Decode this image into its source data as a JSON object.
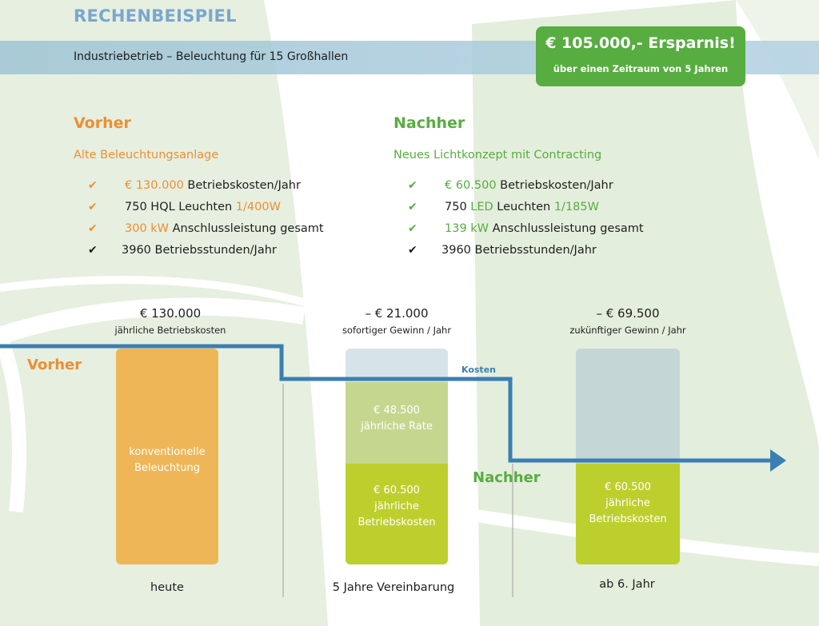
{
  "header": {
    "title": "RECHENBEISPIEL",
    "subtitle": "Industriebetrieb – Beleuchtung für 15 Großhallen"
  },
  "savings": {
    "headline": "€  105.000,-  Ersparnis!",
    "period": "über einen Zeitraum von 5 Jahren"
  },
  "vorher": {
    "heading": "Vorher",
    "subheading": "Alte Beleuchtungsanlage",
    "items": [
      {
        "pre": "",
        "hl": "€ 130.000",
        "post": " Betriebskosten/Jahr",
        "check": "orange"
      },
      {
        "pre": "750 HQL Leuchten ",
        "hl": "1/400W",
        "post": "",
        "check": "orange"
      },
      {
        "pre": "",
        "hl": "300 kW",
        "post": " Anschlussleistung gesamt",
        "check": "orange"
      },
      {
        "pre": "3960 Betriebsstunden/Jahr",
        "hl": "",
        "post": "",
        "check": "black"
      }
    ]
  },
  "nachher": {
    "heading": "Nachher",
    "subheading": "Neues Lichtkonzept mit Contracting",
    "items": [
      {
        "pre": "",
        "hl": "€ 60.500",
        "post": " Betriebskosten/Jahr",
        "check": "green"
      },
      {
        "pre": "750 ",
        "hl": "LED",
        "post": " Leuchten ",
        "hl2": "1/185W",
        "check": "green"
      },
      {
        "pre": "",
        "hl": "139 kW",
        "post": " Anschlussleistung gesamt",
        "check": "green"
      },
      {
        "pre": "3960 Betriebsstunden/Jahr",
        "hl": "",
        "post": "",
        "check": "black"
      }
    ]
  },
  "chart": {
    "vorher_label": "Vorher",
    "nachher_label": "Nachher",
    "kosten_label": "Kosten",
    "columns": [
      {
        "value": "€ 130.000",
        "caption": "jährliche Betriebskosten",
        "bottom": "heute",
        "segments": [
          {
            "text": "konventionelle\nBeleuchtung"
          }
        ]
      },
      {
        "value": "– € 21.000",
        "caption": "sofortiger Gewinn / Jahr",
        "bottom": "5 Jahre Vereinbarung",
        "segments": [
          {
            "text": "€ 48.500\njährliche Rate"
          },
          {
            "text": "€ 60.500\njährliche\nBetriebskosten"
          }
        ]
      },
      {
        "value": "– € 69.500",
        "caption": "zukünftiger Gewinn / Jahr",
        "bottom": "ab 6. Jahr",
        "segments": [
          {
            "text": "€ 60.500\njährliche\nBetriebskosten"
          }
        ]
      }
    ]
  },
  "colors": {
    "orange": "#ed8f32",
    "green": "#57ad40",
    "lime": "#bdcf2c",
    "light_green": "#c5d78f",
    "light_blue": "#d6e4ea",
    "slate": "#c4d6d6",
    "blue_line": "#3a7fb2",
    "title_blue": "#7aa6cf"
  }
}
